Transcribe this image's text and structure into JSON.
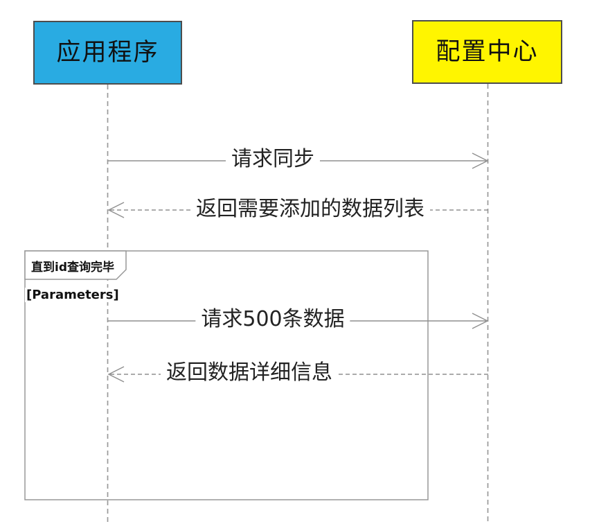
{
  "participants": [
    {
      "name": "application",
      "label": "应用程序",
      "color": "#29ABE2"
    },
    {
      "name": "config-center",
      "label": "配置中心",
      "color": "#FFF500"
    }
  ],
  "messages": [
    {
      "label": "请求同步",
      "from": "application",
      "to": "config-center",
      "line": "solid"
    },
    {
      "label": "返回需要添加的数据列表",
      "from": "config-center",
      "to": "application",
      "line": "dashed"
    },
    {
      "label": "请求500条数据",
      "from": "application",
      "to": "config-center",
      "line": "solid"
    },
    {
      "label": "返回数据详细信息",
      "from": "config-center",
      "to": "application",
      "line": "dashed"
    }
  ],
  "fragment": {
    "title": "直到id查询完毕",
    "guard": "[Parameters]"
  },
  "colors": {
    "line": "#8f8f8f",
    "lifeline": "#999999",
    "box_border": "#4d4d4d",
    "text": "#111111",
    "background": "#ffffff"
  }
}
